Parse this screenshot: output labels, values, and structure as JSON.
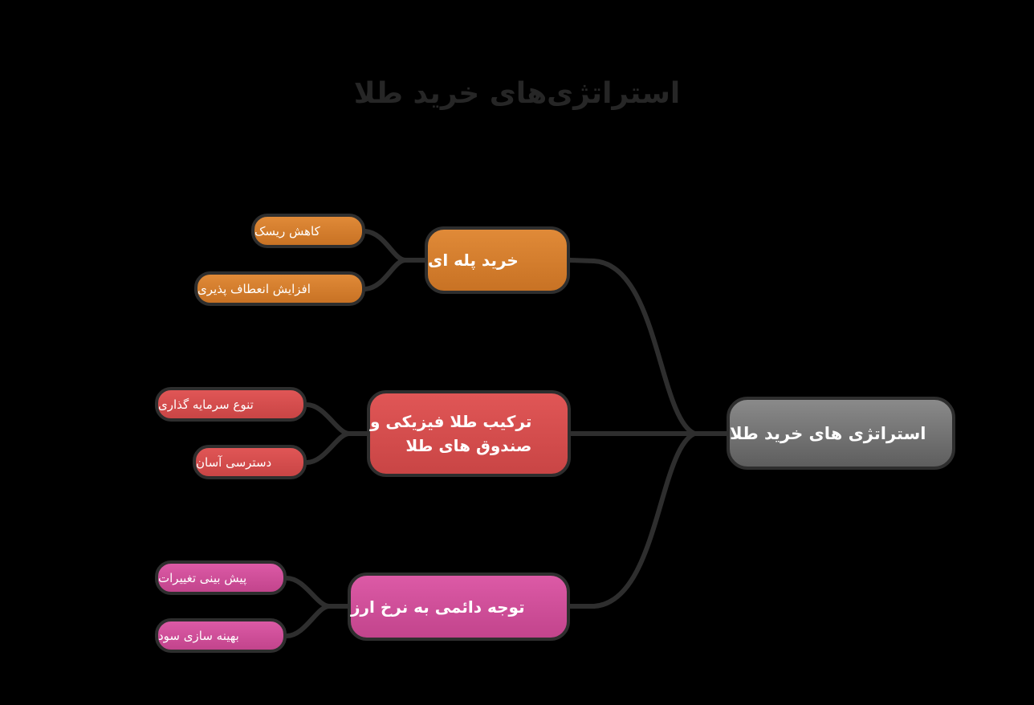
{
  "title": "استراتژی‌های خرید طلا",
  "root": {
    "label": "استراتژی های خرید طلا",
    "color": "#7a7a7a"
  },
  "branches": [
    {
      "label": "خرید پله ای",
      "color": "#d67f2f",
      "leaves": [
        {
          "label": "کاهش ریسک"
        },
        {
          "label": "افزایش انعطاف پذیری"
        }
      ]
    },
    {
      "label": "ترکیب طلا فیزیکی و صندوق های طلا",
      "line1": "ترکیب طلا فیزیکی و",
      "line2": "صندوق های طلا",
      "color": "#d85050",
      "leaves": [
        {
          "label": "تنوع سرمایه گذاری"
        },
        {
          "label": "دسترسی آسان"
        }
      ]
    },
    {
      "label": "توجه دائمی به نرخ ارز",
      "color": "#d24f9b",
      "leaves": [
        {
          "label": "پیش بینی تغییرات"
        },
        {
          "label": "بهینه سازی سود"
        }
      ]
    }
  ],
  "connector_color": "#2e2e2e",
  "background": "#000000"
}
